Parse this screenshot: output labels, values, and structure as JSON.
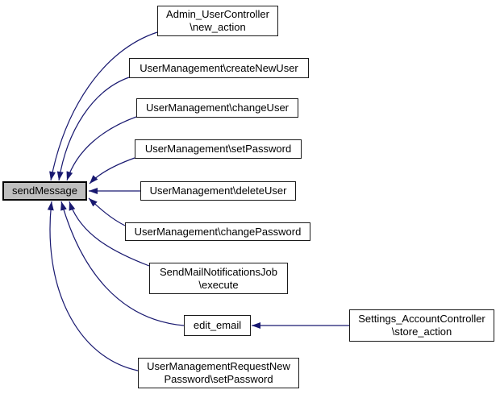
{
  "graph": {
    "kind": "caller-graph",
    "focus_node": "sendmessage",
    "colors": {
      "edge": "#191970",
      "node_fill": "#ffffff",
      "node_border": "#1a1a1a",
      "focus_fill": "#bfbfbf",
      "focus_border": "#000000",
      "text": "#000000",
      "background": "#ffffff"
    }
  },
  "nodes": [
    {
      "id": "sendmessage",
      "lines": [
        "sendMessage"
      ]
    },
    {
      "id": "admin-new-action",
      "lines": [
        "Admin_UserController",
        "\\new_action"
      ]
    },
    {
      "id": "create-new-user",
      "lines": [
        "UserManagement\\createNewUser"
      ]
    },
    {
      "id": "change-user",
      "lines": [
        "UserManagement\\changeUser"
      ]
    },
    {
      "id": "set-password",
      "lines": [
        "UserManagement\\setPassword"
      ]
    },
    {
      "id": "delete-user",
      "lines": [
        "UserManagement\\deleteUser"
      ]
    },
    {
      "id": "change-password",
      "lines": [
        "UserManagement\\changePassword"
      ]
    },
    {
      "id": "sendmail-execute",
      "lines": [
        "SendMailNotificationsJob",
        "\\execute"
      ]
    },
    {
      "id": "edit-email",
      "lines": [
        "edit_email"
      ]
    },
    {
      "id": "settings-store-action",
      "lines": [
        "Settings_AccountController",
        "\\store_action"
      ]
    },
    {
      "id": "request-set-password",
      "lines": [
        "UserManagementRequestNew",
        "Password\\setPassword"
      ]
    }
  ],
  "edges": [
    {
      "from": "admin-new-action",
      "to": "sendmessage"
    },
    {
      "from": "create-new-user",
      "to": "sendmessage"
    },
    {
      "from": "change-user",
      "to": "sendmessage"
    },
    {
      "from": "set-password",
      "to": "sendmessage"
    },
    {
      "from": "delete-user",
      "to": "sendmessage"
    },
    {
      "from": "change-password",
      "to": "sendmessage"
    },
    {
      "from": "sendmail-execute",
      "to": "sendmessage"
    },
    {
      "from": "edit-email",
      "to": "sendmessage"
    },
    {
      "from": "request-set-password",
      "to": "sendmessage"
    },
    {
      "from": "settings-store-action",
      "to": "edit-email"
    }
  ]
}
